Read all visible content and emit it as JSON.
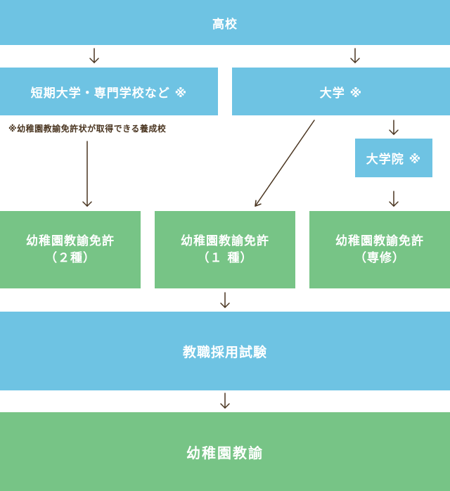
{
  "colors": {
    "blue_box": "#6ec3e3",
    "green_box": "#77c486",
    "arrow": "#4a3520",
    "text": "#ffffff"
  },
  "nodes": {
    "high_school": "高校",
    "junior_college": "短期大学・専門学校など ※",
    "university": "大学 ※",
    "graduate_school": "大学院 ※",
    "license_2": {
      "line1": "幼稚園教諭免許",
      "line2": "（２種）"
    },
    "license_1": {
      "line1": "幼稚園教諭免許",
      "line2": "（１ 種）"
    },
    "license_senshu": {
      "line1": "幼稚園教諭免許",
      "line2": "（専修）"
    },
    "exam": "教職採用試験",
    "teacher": "幼稚園教諭"
  },
  "note": "※幼稚園教諭免許状が取得できる養成校"
}
